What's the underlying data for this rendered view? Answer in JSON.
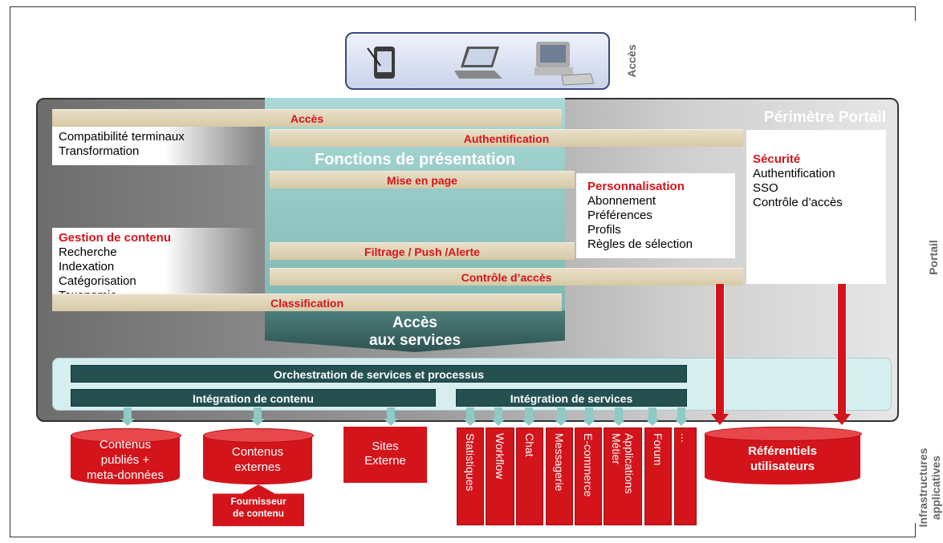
{
  "side_labels": {
    "acces": "Accès",
    "portail": "Portail",
    "infra_line1": "Infrastructures",
    "infra_line2": "applicatives"
  },
  "portal_title": "Périmètre Portail",
  "bands": {
    "acces": "Accès",
    "authentification": "Authentification",
    "mise_en_page": "Mise en page",
    "filtrage": "Filtrage / Push /Alerte",
    "controle": "Contrôle d’accès",
    "classification": "Classification"
  },
  "fonctions_presentation": "Fonctions de présentation",
  "acces_services_line1": "Accès",
  "acces_services_line2": "aux services",
  "gestion_acces": {
    "title": "Gestions des accès",
    "items": [
      "Compatibilité terminaux",
      "Transformation"
    ]
  },
  "gestion_contenu": {
    "title": "Gestion de contenu",
    "items": [
      "Recherche",
      "Indexation",
      "Catégorisation",
      "Taxonomie"
    ]
  },
  "personnalisation": {
    "title": "Personnalisation",
    "items": [
      "Abonnement",
      "Préférences",
      "Profils",
      "Règles de sélection"
    ]
  },
  "securite": {
    "title": "Sécurité",
    "items": [
      "Authentification",
      "SSO",
      "Contrôle d’accès"
    ]
  },
  "bars": {
    "orchestration": "Orchestration de services et processus",
    "integration_contenu": "Intégration de contenu",
    "integration_services": "Intégration de services"
  },
  "stores": {
    "publies_line1": "Contenus",
    "publies_line2": "publiés +",
    "publies_line3": "meta-données",
    "externes_line1": "Contenus",
    "externes_line2": "externes",
    "sites_line1": "Sites",
    "sites_line2": "Externe",
    "referentiels_line1": "Référentiels",
    "referentiels_line2": "utilisateurs"
  },
  "supplier_line1": "Fournisseur",
  "supplier_line2": "de contenu",
  "services": {
    "statistiques": "Statistiques",
    "workflow": "Workflow",
    "chat": "Chat",
    "messagerie": "Messagerie",
    "ecommerce": "E-commerce",
    "applications_line1": "Applications",
    "applications_line2": "Métier",
    "forum": "Forum",
    "more": "..."
  },
  "icons": [
    "tablet-icon",
    "laptop-icon",
    "desktop-computer-icon"
  ]
}
